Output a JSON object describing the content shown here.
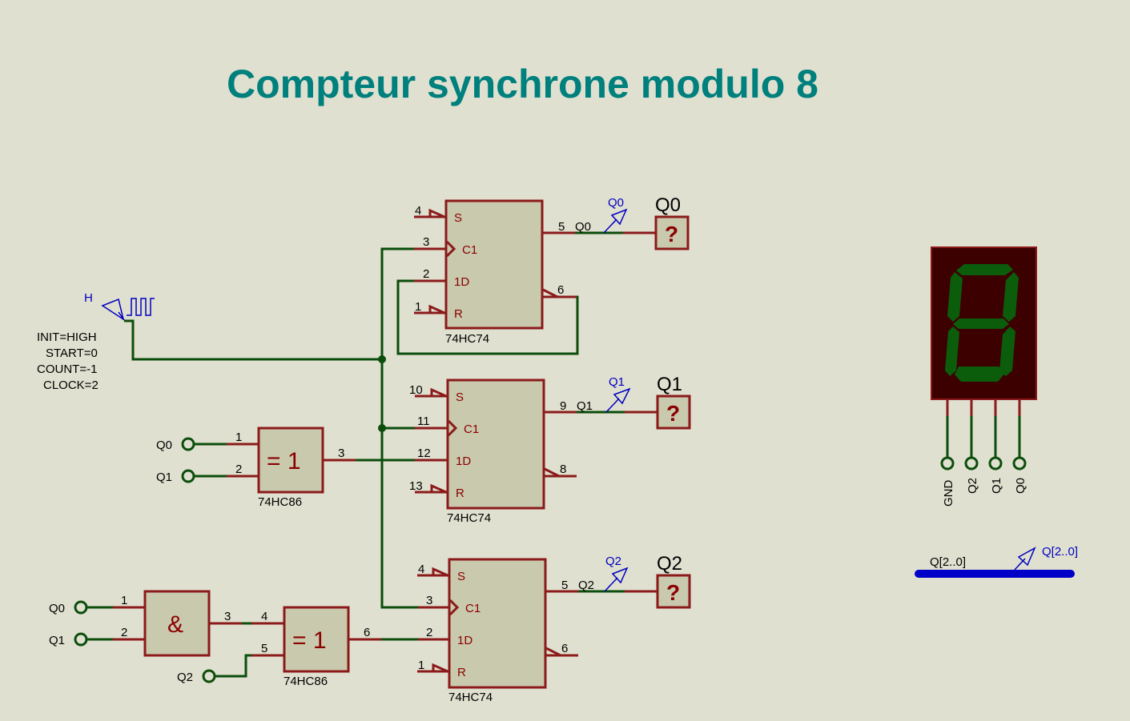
{
  "title": "Compteur synchrone modulo 8",
  "clock_generator": {
    "label": "H",
    "properties": [
      "INIT=HIGH",
      "START=0",
      "COUNT=-1",
      "CLOCK=2"
    ]
  },
  "flipflops": [
    {
      "part": "74HC74",
      "pins": {
        "s": "4",
        "clk": "3",
        "d": "2",
        "r": "1",
        "q": "5",
        "qbar": "6"
      },
      "labels": {
        "s": "S",
        "clk": "C1",
        "d": "1D",
        "r": "R"
      },
      "net": "Q0",
      "probe": "Q0",
      "probe_value": "?"
    },
    {
      "part": "74HC74",
      "pins": {
        "s": "10",
        "clk": "11",
        "d": "12",
        "r": "13",
        "q": "9",
        "qbar": "8"
      },
      "labels": {
        "s": "S",
        "clk": "C1",
        "d": "1D",
        "r": "R"
      },
      "net": "Q1",
      "probe": "Q1",
      "probe_value": "?"
    },
    {
      "part": "74HC74",
      "pins": {
        "s": "4",
        "clk": "3",
        "d": "2",
        "r": "1",
        "q": "5",
        "qbar": "6"
      },
      "labels": {
        "s": "S",
        "clk": "C1",
        "d": "1D",
        "r": "R"
      },
      "net": "Q2",
      "probe": "Q2",
      "probe_value": "?"
    }
  ],
  "xor1": {
    "symbol": "= 1",
    "part": "74HC86",
    "inputs": [
      {
        "term": "Q0",
        "pin": "1"
      },
      {
        "term": "Q1",
        "pin": "2"
      }
    ],
    "out_pin": "3"
  },
  "and1": {
    "symbol": "&",
    "inputs": [
      {
        "term": "Q0",
        "pin": "1"
      },
      {
        "term": "Q1",
        "pin": "2"
      }
    ],
    "out_pin": "3"
  },
  "xor2": {
    "symbol": "= 1",
    "part": "74HC86",
    "pins": {
      "in_a": "4",
      "in_b": "5",
      "out": "6"
    },
    "term_b": "Q2"
  },
  "display": {
    "pins": [
      "GND",
      "Q2",
      "Q1",
      "Q0"
    ],
    "colors": {
      "body": "#3c0000",
      "segment": "#0b5c0b"
    }
  },
  "bus": {
    "label": "Q[2..0]",
    "generator_label": "Q[2..0]",
    "color": "#0000c8"
  },
  "colors": {
    "background": "#e0e0d0",
    "title": "#00807d",
    "wire": "#0b4d0b",
    "component": "#8b1a1a",
    "component_fill": "#c9c9ad",
    "net_label": "#0000c0"
  }
}
